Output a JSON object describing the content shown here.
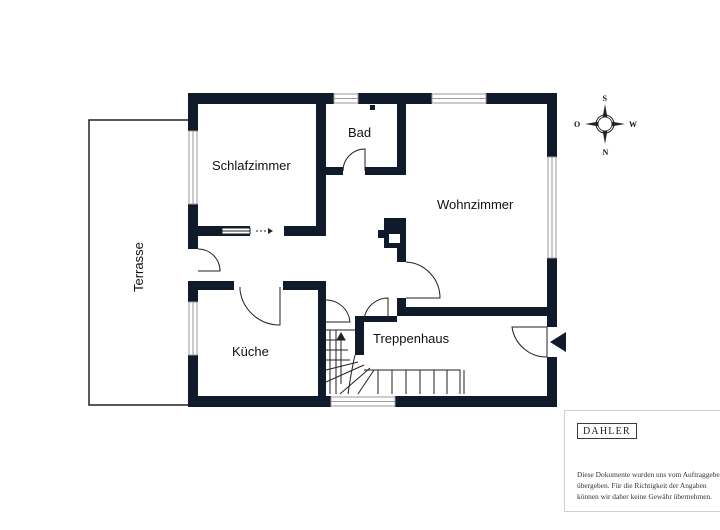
{
  "rooms": {
    "schlafzimmer": "Schlafzimmer",
    "bad": "Bad",
    "wohnzimmer": "Wohnzimmer",
    "terrasse": "Terrasse",
    "kueche": "Küche",
    "treppenhaus": "Treppenhaus"
  },
  "compass": {
    "north": "N",
    "south": "S",
    "east": "O",
    "west": "W"
  },
  "disclaimer": {
    "brand": "DAHLER",
    "line1": "Diese Dokumente wurden uns vom Auftraggeber",
    "line2": "übergeben. Für die Richtigkeit der Angaben",
    "line3": "können wir daher keine Gewähr übernehmen."
  },
  "colors": {
    "wall": "#0f1a2b",
    "line": "#222222",
    "window": "#b8b8b8"
  }
}
